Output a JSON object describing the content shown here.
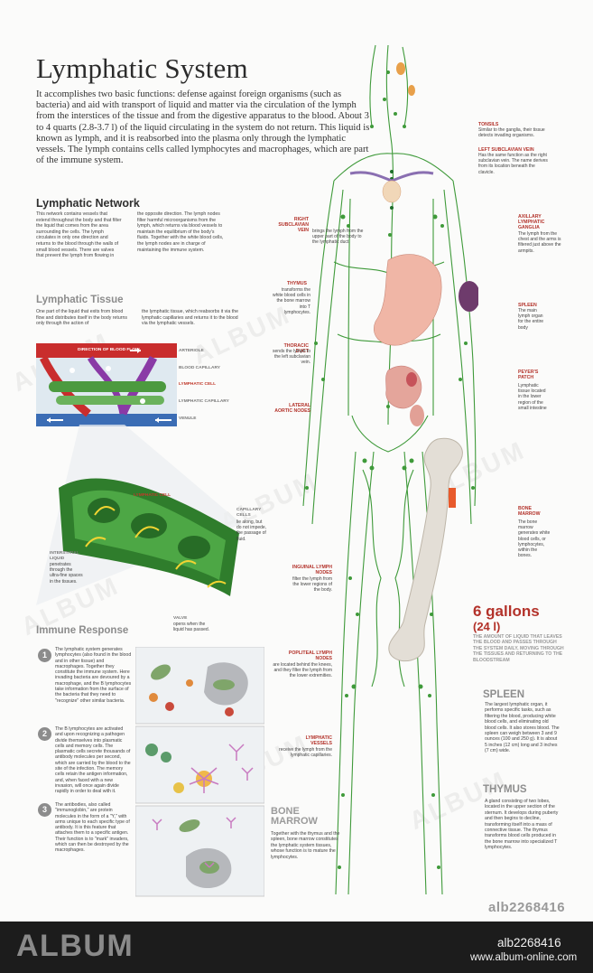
{
  "title": "Lymphatic System",
  "intro": "It accomplishes two basic functions: defense against foreign organisms (such as bacteria) and aid with transport of liquid and matter via the circulation of the lymph from the interstices of the tissue and from the digestive apparatus to the blood. About 3 to 4 quarts (2.8-3.7 l) of the liquid circulating in the system do not return. This liquid is known as lymph, and it is reabsorbed into the plasma only through the lymphatic vessels. The lymph contains cells called lymphocytes and macrophages, which are part of the immune system.",
  "network": {
    "heading": "Lymphatic Network",
    "col1": "This network contains vessels that extend throughout the body and that filter the liquid that comes from the area surrounding the cells. The lymph circulates in only one direction and returns to the blood through the walls of small blood vessels. There are valves that prevent the lymph from flowing in",
    "col2": "the opposite direction. The lymph nodes filter harmful microorganisms from the lymph, which returns via blood vessels to maintain the equilibrium of the body's fluids. Together with the white blood cells, the lymph nodes are in charge of maintaining the immune system."
  },
  "tissue": {
    "heading": "Lymphatic Tissue",
    "col1": "One part of the liquid that exits from blood flow and distributes itself in the body returns only through the action of",
    "col2": "the lymphatic tissue, which reabsorbs it via the lymphatic capillaries and returns it to the blood via the lymphatic vessels.",
    "flow_label": "DIRECTION OF BLOOD FLOW",
    "labels": [
      "ARTERIOLE",
      "BLOOD CAPILLARY",
      "LYMPHATIC CELL",
      "LYMPHATIC CAPILLARY",
      "VENULE"
    ],
    "zoom_lymph_cell": "LYMPHATIC CELL",
    "capillary_cells": "CAPILLARY CELLS",
    "capillary_cells_desc": "lie along, but do not impede, the passage of fluid.",
    "interstitial": "INTERSTITIAL LIQUID",
    "interstitial_desc": "penetrates through the ultra-fine spaces in the tissues.",
    "valve": "VALVE",
    "valve_desc": "opens when the liquid has passed."
  },
  "immune": {
    "heading": "Immune Response",
    "steps": [
      {
        "num": "1",
        "text": "The lymphatic system generates lymphocytes (also found in the blood and in other tissue) and macrophages. Together they constitute the immune system. Here invading bacteria are devoured by a macrophage, and the B lymphocytes take information from the surface of the bacteria that they need to \"recognize\" other similar bacteria."
      },
      {
        "num": "2",
        "text": "The B lymphocytes are activated and upon recognizing a pathogen divide themselves into plasmatic cells and memory cells. The plasmatic cells secrete thousands of antibody molecules per second, which are carried by the blood to the site of the infection. The memory cells retain the antigen information, and, when faced with a new invasion, will once again divide rapidly in order to deal with it."
      },
      {
        "num": "3",
        "text": "The antibodies, also called \"immunoglobin,\" are protein molecules in the form of a \"Y,\" with arms unique to each specific type of antibody. It is this feature that attaches them to a specific antigen. Their function is to \"mark\" invaders, which can then be destroyed by the macrophages."
      }
    ]
  },
  "labels_left": [
    {
      "name": "RIGHT SUBCLAVIAN VEIN",
      "desc": "brings the lymph from the upper part of the body to the lymphatic duct."
    },
    {
      "name": "THYMUS",
      "desc": "transforms the white blood cells in the bone marrow into T lymphocytes."
    },
    {
      "name": "THORACIC DUCT",
      "desc": "sends the lymph to the left subclavian vein."
    },
    {
      "name": "LATERAL AORTIC NODES",
      "desc": ""
    },
    {
      "name": "INGUINAL LYMPH NODES",
      "desc": "filter the lymph from the lower regions of the body."
    },
    {
      "name": "POPLITEAL LYMPH NODES",
      "desc": "are located behind the knees, and they filter the lymph from the lower extremities."
    },
    {
      "name": "LYMPHATIC VESSELS",
      "desc": "receive the lymph from the lymphatic capillaries."
    }
  ],
  "labels_right": [
    {
      "name": "TONSILS",
      "desc": "Similar to the ganglia, their tissue detects invading organisms."
    },
    {
      "name": "LEFT SUBCLAVIAN VEIN",
      "desc": "Has the same function as the right subclavian vein. The name derives from its location beneath the clavicle."
    },
    {
      "name": "AXILLARY LYMPHATIC GANGLIA",
      "desc": "The lymph from the chest and the arms is filtered just above the armpits."
    },
    {
      "name": "SPLEEN",
      "desc": "The main lymph organ for the entire body"
    },
    {
      "name": "PEYER'S PATCH",
      "desc": "Lymphatic tissue located in the lower region of the small intestine"
    },
    {
      "name": "BONE MARROW",
      "desc": "The bone marrow generates white blood cells, or lymphocytes, within the bones."
    }
  ],
  "gallons": {
    "value": "6 gallons",
    "metric": "(24 l)",
    "note": "THE AMOUNT OF LIQUID THAT LEAVES THE BLOOD AND PASSES THROUGH THE SYSTEM DAILY, MOVING THROUGH THE TISSUES AND RETURNING TO THE BLOODSTREAM"
  },
  "spleen_box": {
    "heading": "SPLEEN",
    "text": "The largest lymphatic organ, it performs specific tasks, such as filtering the blood, producing white blood cells, and eliminating old blood cells. It also stores blood. The spleen can weigh between 3 and 9 ounces (100 and 250 g). It is about 5 inches (12 cm) long and 3 inches (7 cm) wide."
  },
  "thymus_box": {
    "heading": "THYMUS",
    "text": "A gland consisting of two lobes, located in the upper section of the sternum. It develops during puberty and then begins to decline, transforming itself into a mass of connective tissue. The thymus transforms blood cells produced in the bone marrow into specialized T lymphocytes."
  },
  "bone_marrow_box": {
    "heading1": "BONE",
    "heading2": "MARROW",
    "text": "Together with the thymus and the spleen, bone marrow constitutes the lymphatic system tissues, whose function is to mature the lymphocytes."
  },
  "footer": {
    "logo": "ALBUM",
    "ref_top": "alb2268416",
    "ref": "alb2268416",
    "url": "www.album-online.com"
  },
  "watermark": "ALBUM",
  "colors": {
    "lymph_green": "#3f9a3a",
    "accent_red": "#b3322a",
    "heading_grey": "#8c8c8c",
    "footer_bg": "#1c1c1c"
  }
}
